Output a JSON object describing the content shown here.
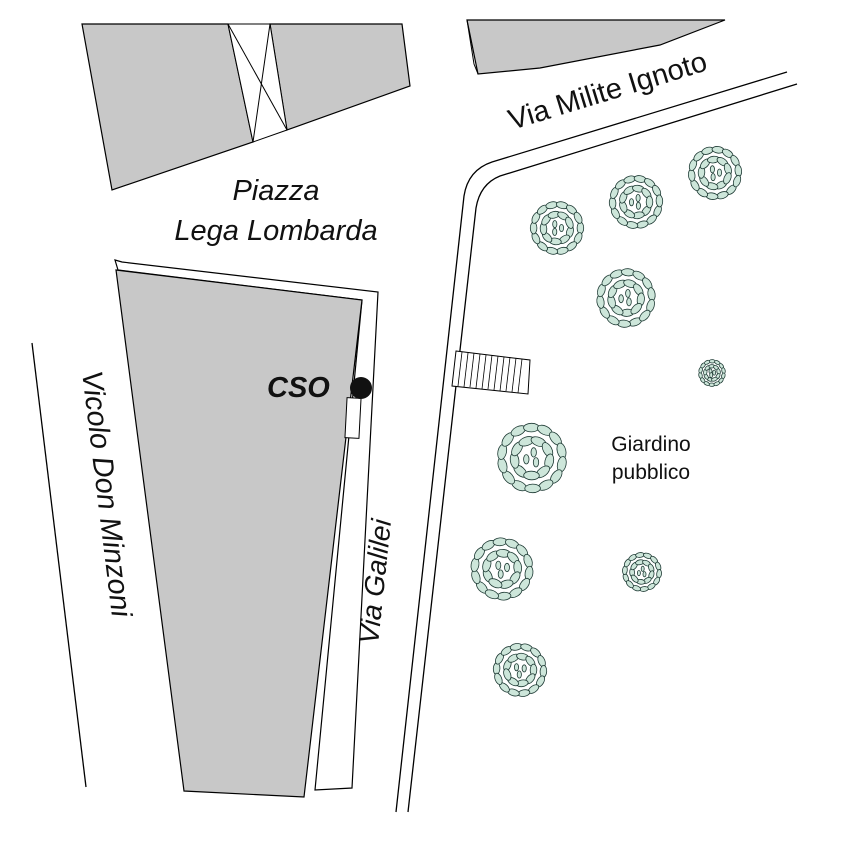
{
  "labels": {
    "piazza_line1": "Piazza",
    "piazza_line2": "Lega Lombarda",
    "via_milite_ignoto": "Via Milite Ignoto",
    "vicolo_don_minzoni": "Vicolo Don Minzoni",
    "via_galilei": "Via Galilei",
    "cso": "CSO",
    "giardino_line1": "Giardino",
    "giardino_line2": "pubblico"
  },
  "colors": {
    "building": "#c8c8c8",
    "tree_leaf": "#cde6da",
    "tree_outline": "#1e3a34",
    "marker": "#111111",
    "line": "#000000"
  },
  "icons": {
    "cso_marker": "filled-circle-marker",
    "tree": "tree-canopy-icon",
    "stairs": "staircase-icon"
  }
}
